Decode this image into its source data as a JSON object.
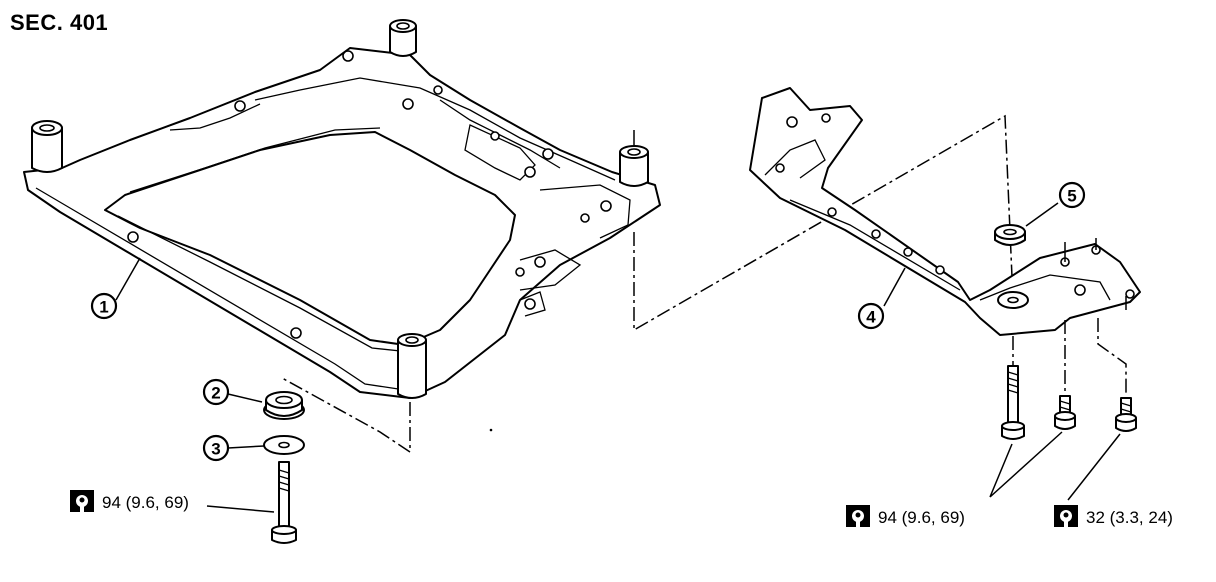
{
  "section": {
    "label": "SEC. 401"
  },
  "callouts": [
    {
      "id": "1",
      "label": "1"
    },
    {
      "id": "2",
      "label": "2"
    },
    {
      "id": "3",
      "label": "3"
    },
    {
      "id": "4",
      "label": "4"
    },
    {
      "id": "5",
      "label": "5"
    }
  ],
  "torque_specs": [
    {
      "id": "left-bolt",
      "text": "94 (9.6, 69)",
      "icon": "torque-wrench-icon"
    },
    {
      "id": "right-bolts",
      "text": "94 (9.6, 69)",
      "icon": "torque-wrench-icon"
    },
    {
      "id": "right-small-bolt",
      "text": "32 (3.3, 24)",
      "icon": "torque-wrench-icon"
    }
  ]
}
